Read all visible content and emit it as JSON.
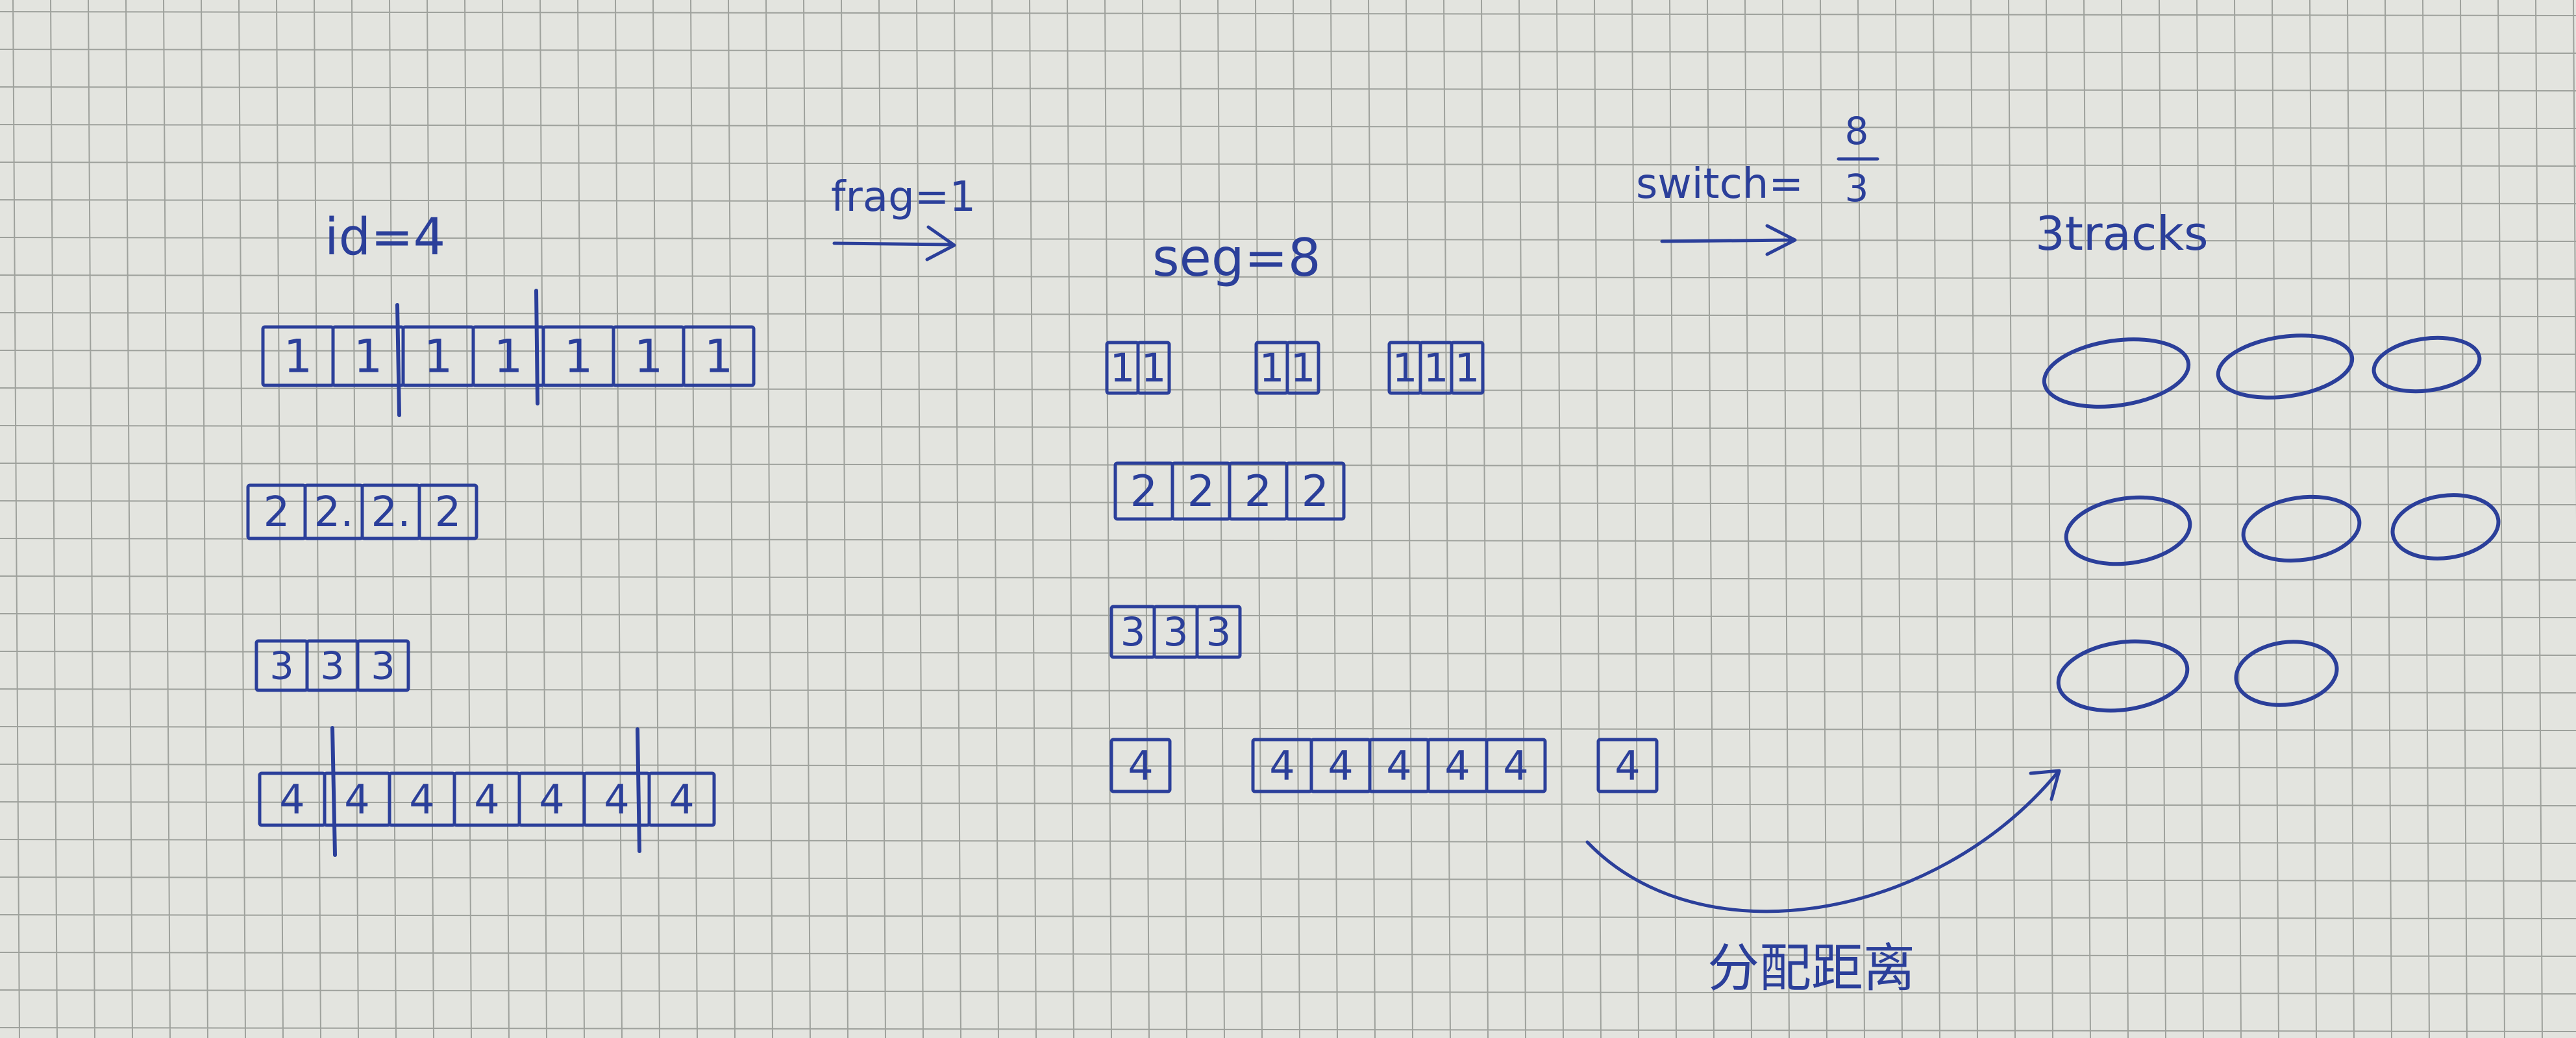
{
  "colors": {
    "paper": "#e3e4df",
    "grid": "#9ea19c",
    "ink": "#2b3f9a"
  },
  "labels": {
    "id": "id=4",
    "frag": "frag=1",
    "seg": "seg=8",
    "switch": "switch=",
    "switch_num": "8",
    "switch_den": "3",
    "tracks": "3tracks",
    "bottom_note": "分配距离"
  },
  "left_rows": [
    [
      "1",
      "1",
      "1",
      "1",
      "1",
      "1",
      "1"
    ],
    [
      "2",
      "2.",
      "2.",
      "2"
    ],
    [
      "3",
      "3",
      "3"
    ],
    [
      "4",
      "4",
      "4",
      "4",
      "4",
      "4",
      "4"
    ]
  ],
  "mid_rows": [
    [
      [
        "1",
        "1"
      ],
      [
        "1",
        "1"
      ],
      [
        "1",
        "1",
        "1"
      ]
    ],
    [
      [
        "2",
        "2",
        "2",
        "2"
      ]
    ],
    [
      [
        "3",
        "3",
        "3"
      ]
    ],
    [
      [
        "4"
      ],
      [
        "4",
        "4",
        "4",
        "4",
        "4"
      ],
      [
        "4"
      ]
    ]
  ],
  "tracks": {
    "rows": 3,
    "counts": [
      3,
      3,
      2
    ]
  }
}
